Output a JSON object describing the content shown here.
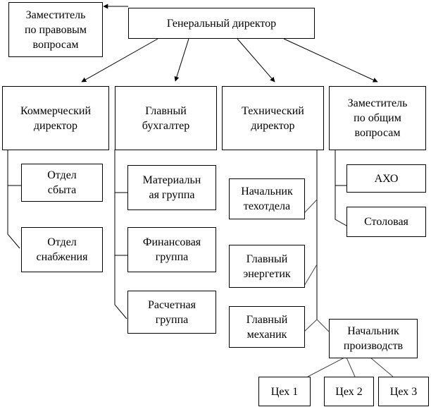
{
  "org_chart": {
    "general_director": "Генеральный директор",
    "legal_deputy": "Заместитель\nпо правовым\nвопросам",
    "commercial_director": "Коммерческий\nдиректор",
    "chief_accountant": "Главный\nбухгалтер",
    "technical_director": "Технический\nдиректор",
    "general_affairs_deputy": "Заместитель\nпо общим\nвопросам",
    "sales_department": "Отдел\nсбыта",
    "supply_department": "Отдел\nснабжения",
    "material_group": "Материальн\nая группа",
    "finance_group": "Финансовая\nгруппа",
    "settlement_group": "Расчетная\nгруппа",
    "tech_department_head": "Начальник\nтехотдела",
    "chief_power_engineer": "Главный\nэнергетик",
    "chief_mechanic": "Главный\nмеханик",
    "production_head": "Начальник\nпроизводств",
    "admin_department": "АХО",
    "canteen": "Столовая",
    "workshop_1": "Цех 1",
    "workshop_2": "Цех 2",
    "workshop_3": "Цех 3"
  },
  "colors": {
    "line": "#000000",
    "thin_line": "#444444",
    "background": "#ffffff"
  }
}
